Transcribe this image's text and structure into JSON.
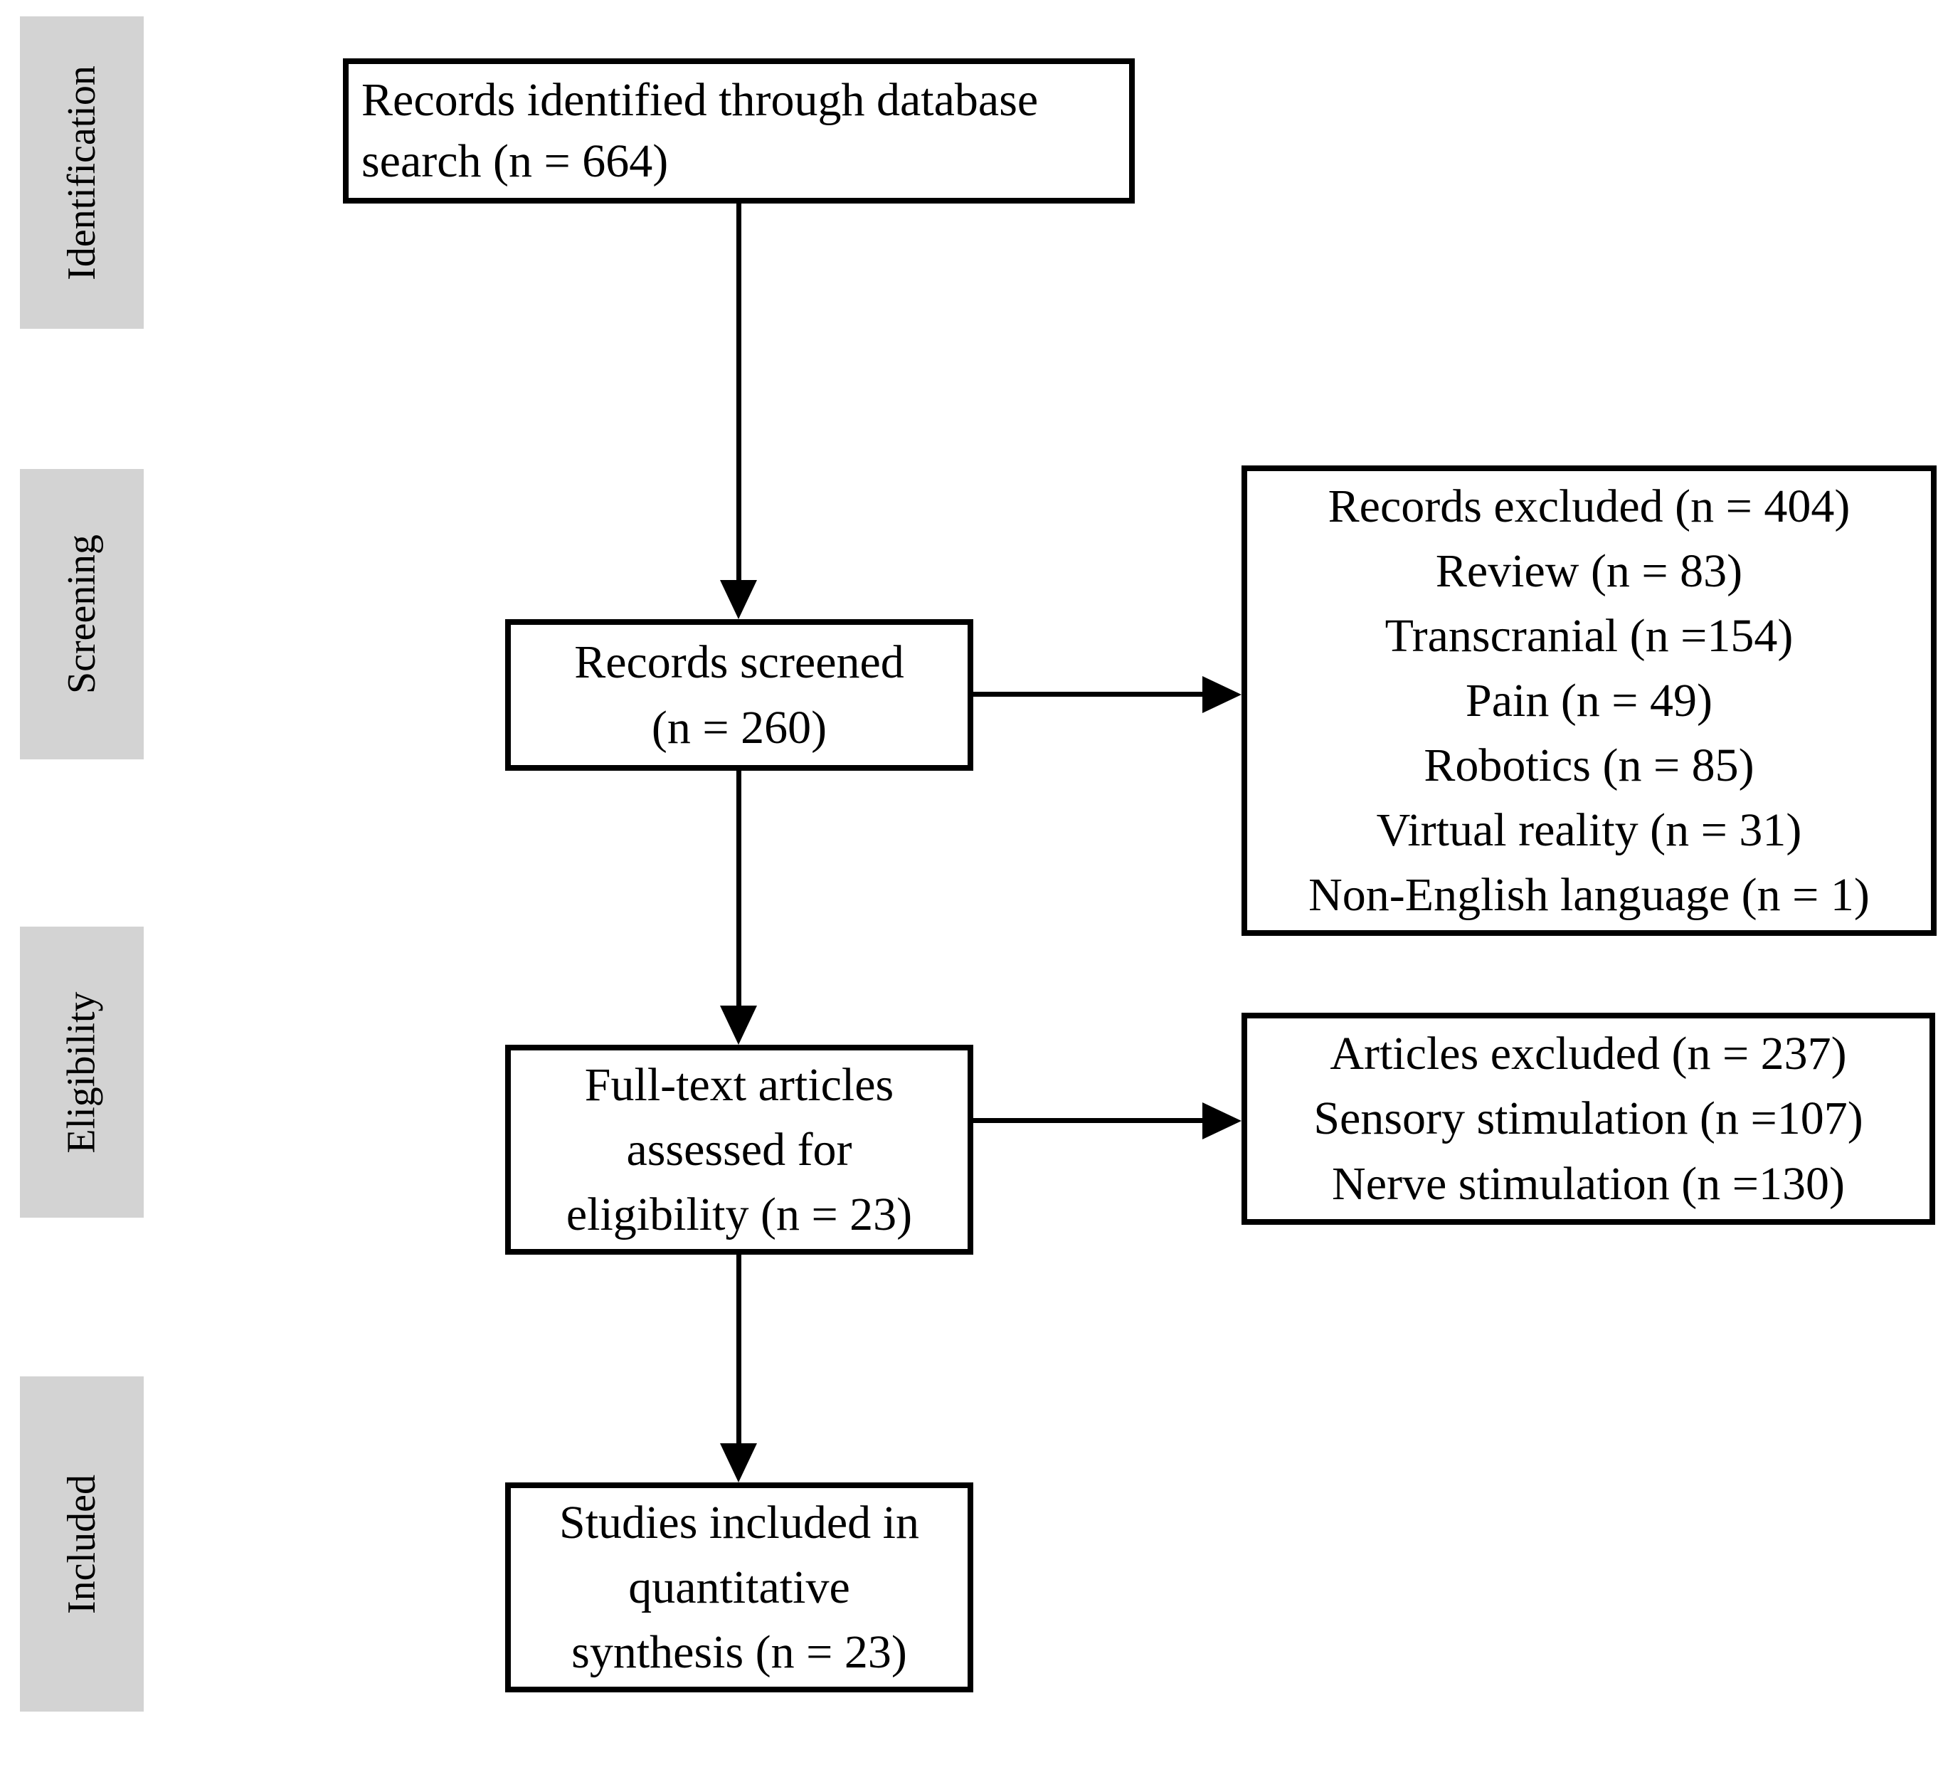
{
  "colors": {
    "background": "#ffffff",
    "text": "#000000",
    "line": "#000000",
    "box-border": "#000000",
    "stage-bg": "#d3d3d3"
  },
  "stages": [
    {
      "label": "Identification"
    },
    {
      "label": "Screening"
    },
    {
      "label": "Eligibility"
    },
    {
      "label": "Included"
    }
  ],
  "boxes": {
    "identified": {
      "lines": [
        "Records identified through database",
        "search (n = 664)"
      ]
    },
    "screened": {
      "lines": [
        "Records screened",
        "(n = 260)"
      ]
    },
    "records_excluded": {
      "lines": [
        "Records excluded (n = 404)",
        "Review (n = 83)",
        "Transcranial (n =154)",
        "Pain (n = 49)",
        "Robotics (n = 85)",
        "Virtual reality (n = 31)",
        "Non-English language (n = 1)"
      ]
    },
    "fulltext": {
      "lines": [
        "Full-text articles",
        "assessed for",
        "eligibility (n = 23)"
      ]
    },
    "articles_excluded": {
      "lines": [
        "Articles excluded (n = 237)",
        "Sensory stimulation (n =107)",
        "Nerve stimulation (n =130)"
      ]
    },
    "included": {
      "lines": [
        "Studies included in",
        "quantitative",
        "synthesis (n = 23)"
      ]
    }
  }
}
